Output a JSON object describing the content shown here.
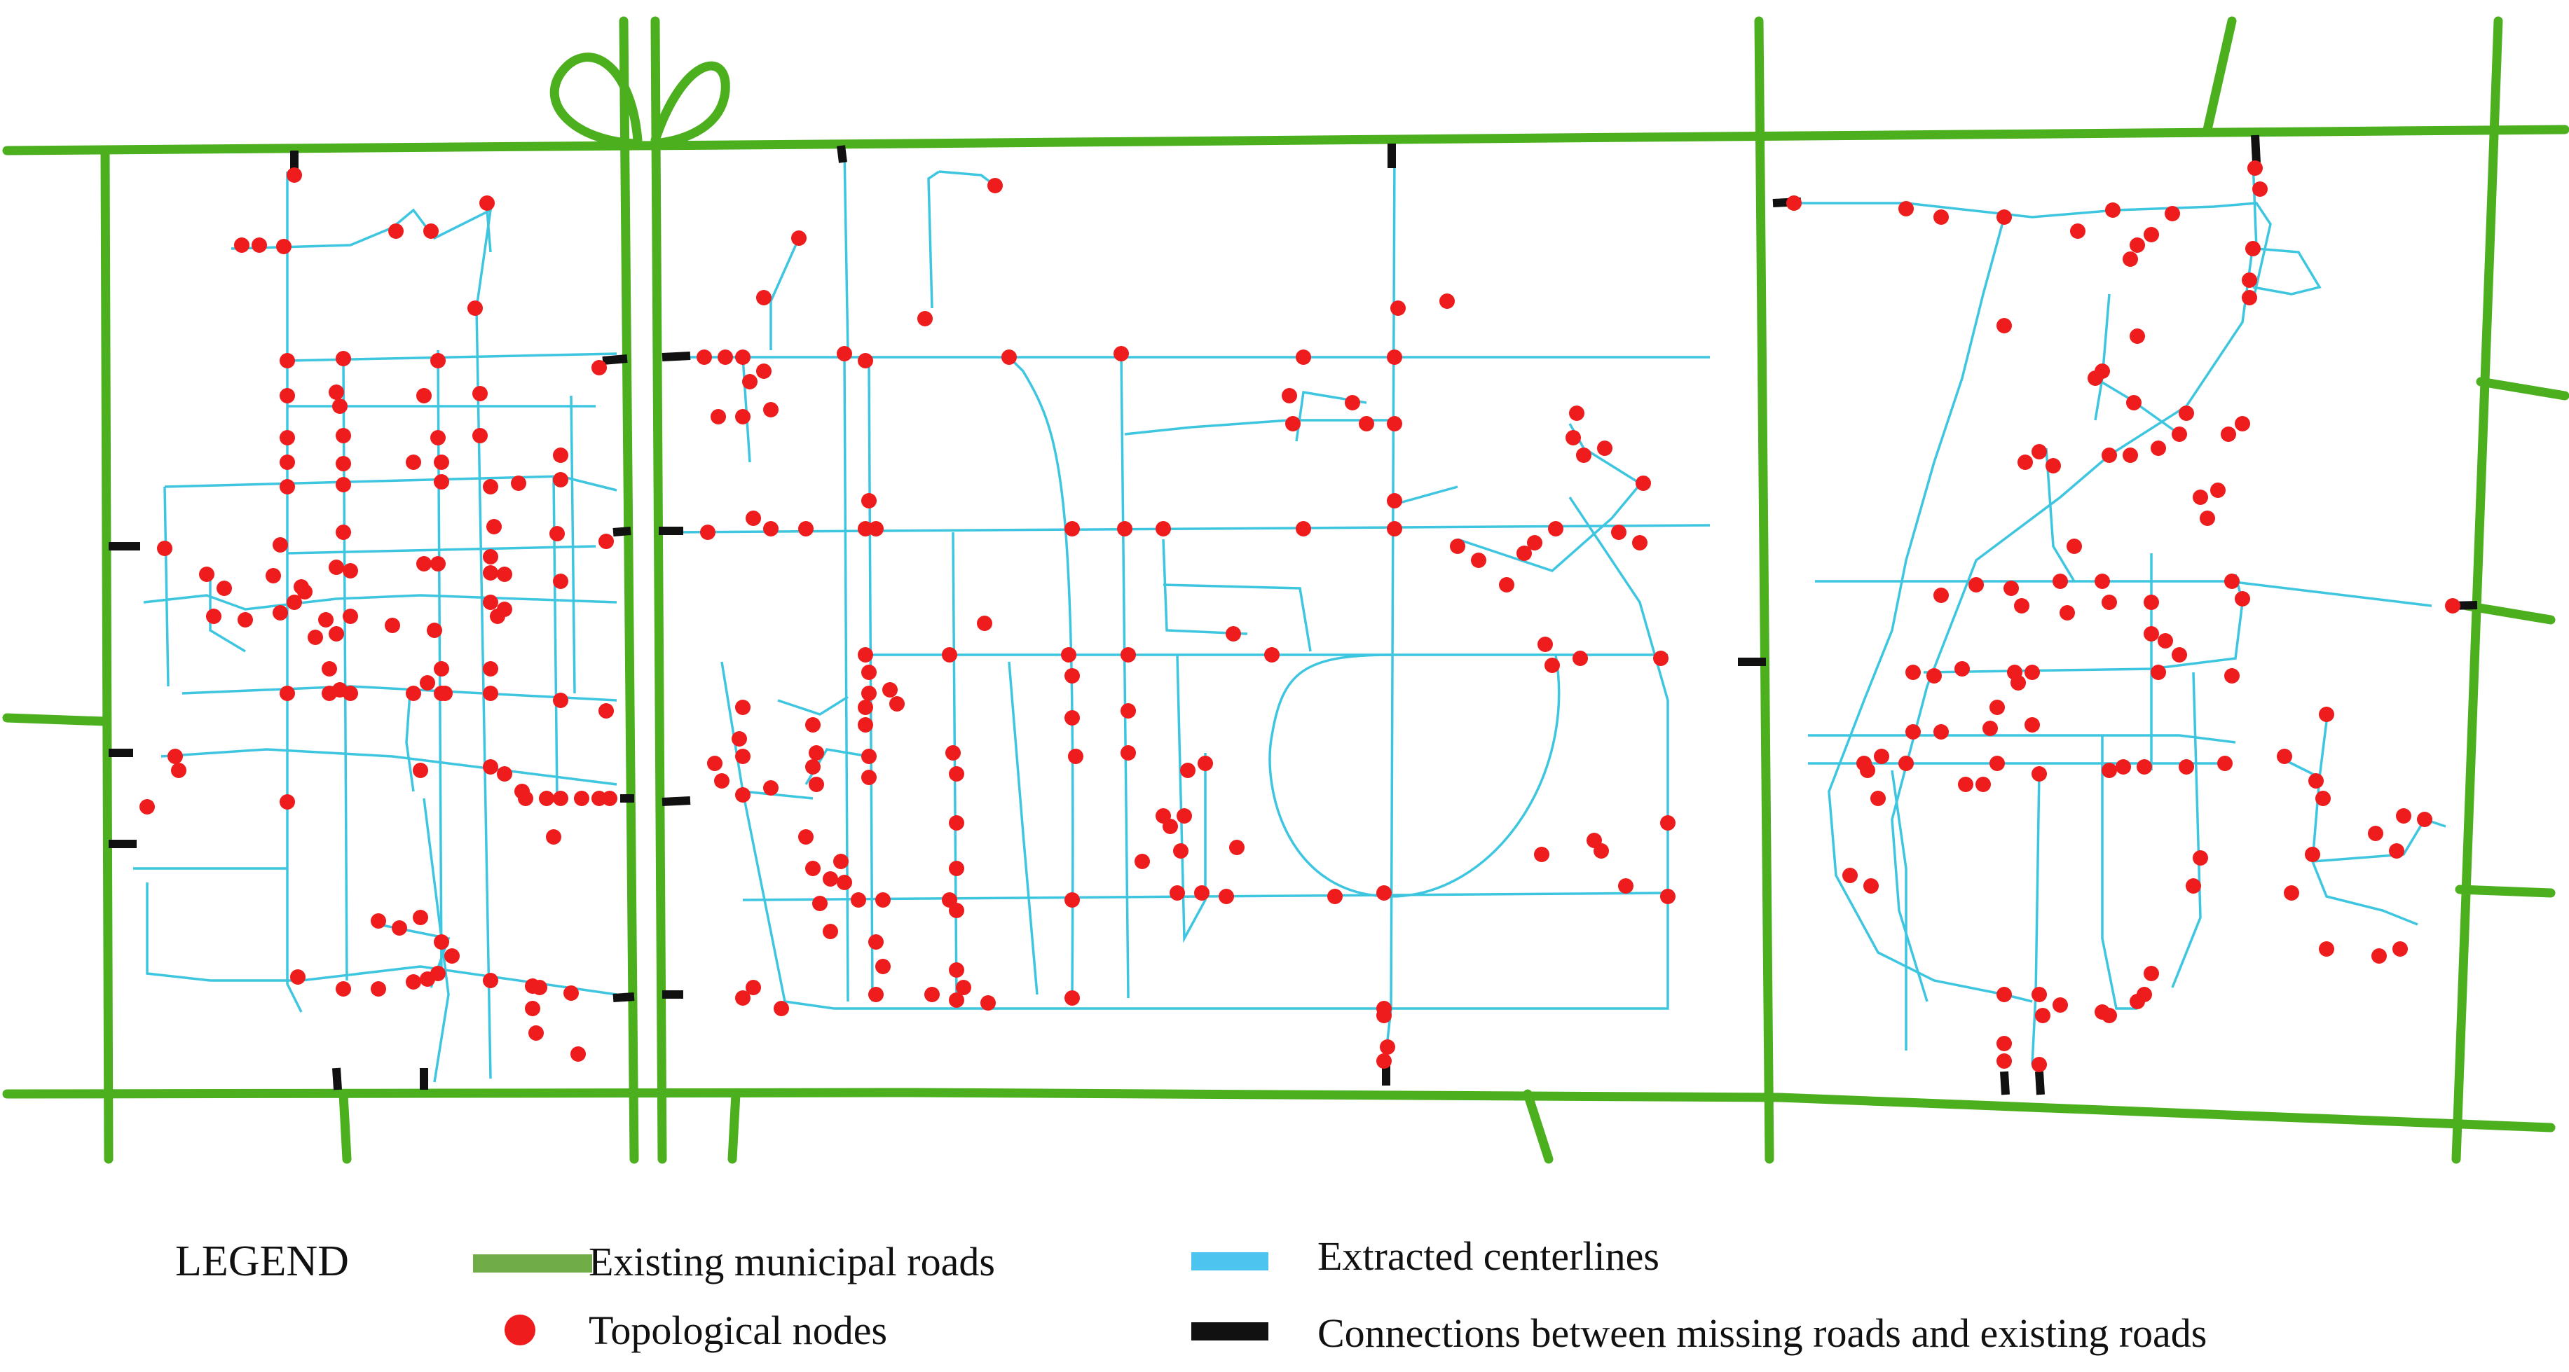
{
  "colors": {
    "municipal_road": "#4caf1e",
    "centerline": "#3ec6e0",
    "node": "#ee1c1c",
    "connection": "#111111",
    "legend_municipal_swatch": "#70ad47",
    "legend_centerline_swatch": "#4dc3ef"
  },
  "legend": {
    "title": "LEGEND",
    "items": [
      {
        "key": "municipal",
        "label": "Existing municipal roads",
        "icon": "green-line-swatch"
      },
      {
        "key": "centerline",
        "label": "Extracted centerlines",
        "icon": "cyan-line-swatch"
      },
      {
        "key": "node",
        "label": "Topological nodes",
        "icon": "red-dot-marker"
      },
      {
        "key": "connection",
        "label": "Connections between missing roads and existing roads",
        "icon": "black-line-swatch"
      }
    ]
  }
}
